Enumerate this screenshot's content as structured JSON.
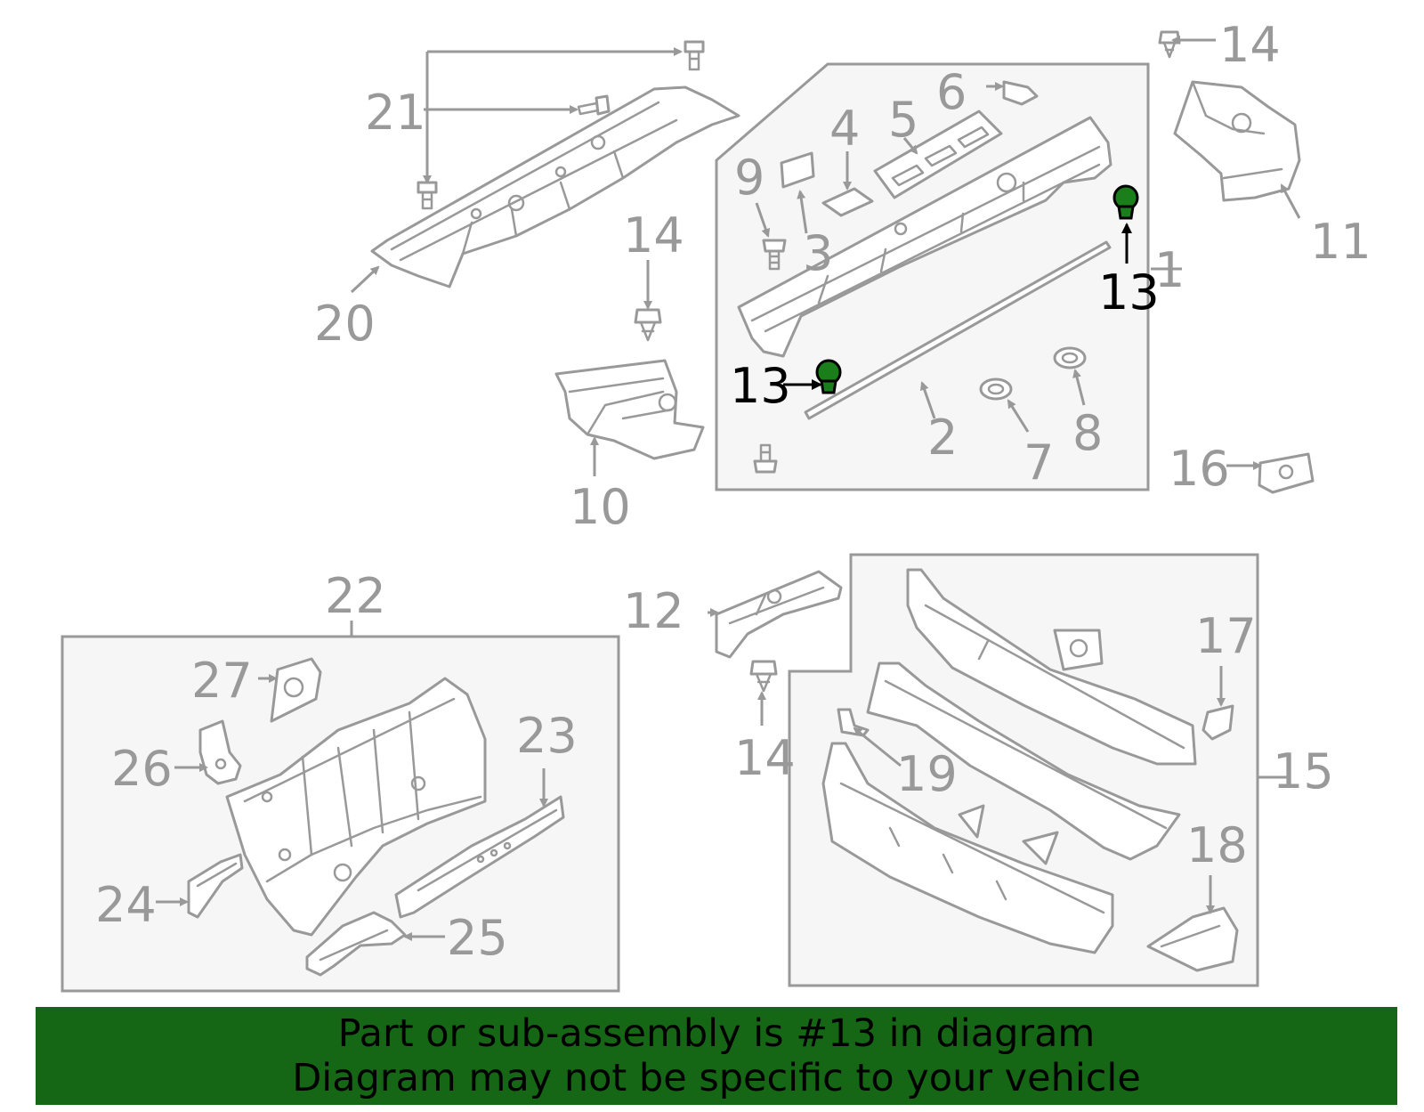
{
  "colors": {
    "line": "#999999",
    "highlight_label": "#000000",
    "highlight_part": "#1a7f1a",
    "panel_fill": "#f6f6f6",
    "banner_background": "#156715",
    "banner_text": "#000000"
  },
  "callouts": {
    "c1": "1",
    "c2": "2",
    "c3": "3",
    "c4": "4",
    "c5": "5",
    "c6": "6",
    "c7": "7",
    "c8": "8",
    "c9": "9",
    "c10": "10",
    "c11": "11",
    "c12": "12",
    "c13a": "13",
    "c13b": "13",
    "c14a": "14",
    "c14b": "14",
    "c14c": "14",
    "c15": "15",
    "c16": "16",
    "c17": "17",
    "c18": "18",
    "c19": "19",
    "c20": "20",
    "c21": "21",
    "c22": "22",
    "c23": "23",
    "c24": "24",
    "c25": "25",
    "c26": "26",
    "c27": "27"
  },
  "highlighted_part": "13",
  "banner": {
    "line1": "Part or sub-assembly is #13 in diagram",
    "line2": "Diagram may not be specific to your vehicle"
  }
}
